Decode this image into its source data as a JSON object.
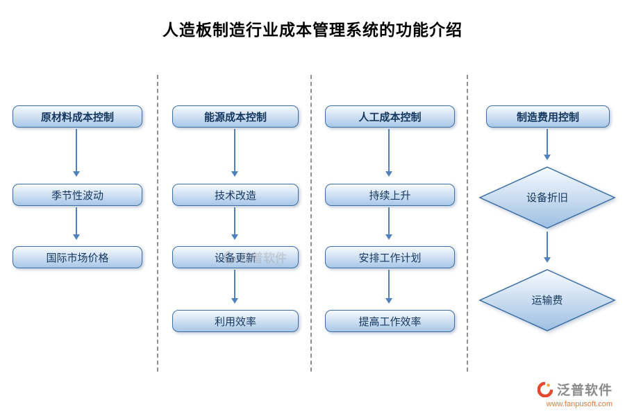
{
  "title": "人造板制造行业成本管理系统的功能介绍",
  "columns": [
    {
      "header": "原材料成本控制",
      "steps": [
        "季节性波动",
        "国际市场价格"
      ]
    },
    {
      "header": "能源成本控制",
      "steps": [
        "技术改造",
        "设备更新",
        "利用效率"
      ]
    },
    {
      "header": "人工成本控制",
      "steps": [
        "持续上升",
        "安排工作计划",
        "提高工作效率"
      ]
    },
    {
      "header": "制造费用控制",
      "diamonds": [
        "设备折旧",
        "运输费"
      ]
    }
  ],
  "watermark": {
    "text": "泛普软件"
  },
  "footer": {
    "brand": "泛普软件",
    "url": "www.fanpusoft.com"
  },
  "colors": {
    "node_border": "#3a6ea5",
    "node_fill_top": "#f6faff",
    "node_fill_bottom": "#a9c7e7",
    "arrow": "#4f81bd",
    "header_text": "#143760",
    "step_text": "#15365e",
    "separator": "#8f8f8f",
    "brand_icon": "#e2492f",
    "url_text": "#e07b39"
  }
}
